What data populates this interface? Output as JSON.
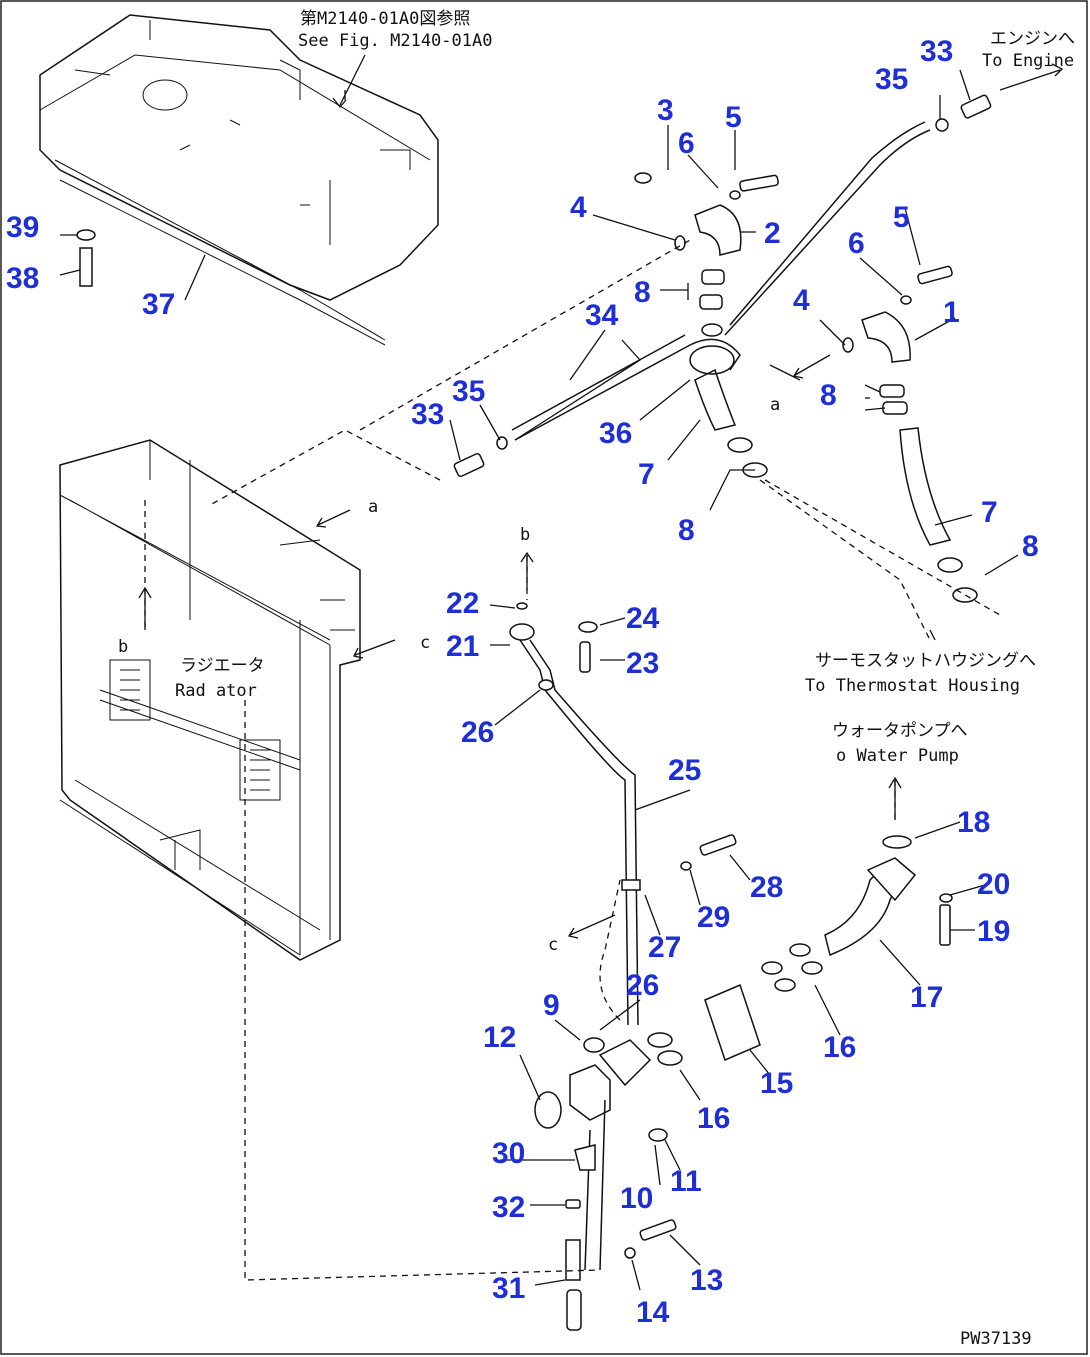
{
  "callouts": [
    {
      "id": "c1",
      "text": "1"
    },
    {
      "id": "c2",
      "text": "2"
    },
    {
      "id": "c3",
      "text": "3"
    },
    {
      "id": "c4a",
      "text": "4"
    },
    {
      "id": "c4b",
      "text": "4"
    },
    {
      "id": "c5a",
      "text": "5"
    },
    {
      "id": "c5b",
      "text": "5"
    },
    {
      "id": "c6a",
      "text": "6"
    },
    {
      "id": "c6b",
      "text": "6"
    },
    {
      "id": "c7a",
      "text": "7"
    },
    {
      "id": "c7b",
      "text": "7"
    },
    {
      "id": "c8a",
      "text": "8"
    },
    {
      "id": "c8b",
      "text": "8"
    },
    {
      "id": "c8c",
      "text": "8"
    },
    {
      "id": "c8d",
      "text": "8"
    },
    {
      "id": "c9",
      "text": "9"
    },
    {
      "id": "c10",
      "text": "10"
    },
    {
      "id": "c11",
      "text": "11"
    },
    {
      "id": "c12",
      "text": "12"
    },
    {
      "id": "c13",
      "text": "13"
    },
    {
      "id": "c14",
      "text": "14"
    },
    {
      "id": "c15",
      "text": "15"
    },
    {
      "id": "c16a",
      "text": "16"
    },
    {
      "id": "c16b",
      "text": "16"
    },
    {
      "id": "c17",
      "text": "17"
    },
    {
      "id": "c18",
      "text": "18"
    },
    {
      "id": "c19",
      "text": "19"
    },
    {
      "id": "c20",
      "text": "20"
    },
    {
      "id": "c21",
      "text": "21"
    },
    {
      "id": "c22",
      "text": "22"
    },
    {
      "id": "c23",
      "text": "23"
    },
    {
      "id": "c24",
      "text": "24"
    },
    {
      "id": "c25",
      "text": "25"
    },
    {
      "id": "c26a",
      "text": "26"
    },
    {
      "id": "c26b",
      "text": "26"
    },
    {
      "id": "c27",
      "text": "27"
    },
    {
      "id": "c28",
      "text": "28"
    },
    {
      "id": "c29",
      "text": "29"
    },
    {
      "id": "c30",
      "text": "30"
    },
    {
      "id": "c31",
      "text": "31"
    },
    {
      "id": "c32",
      "text": "32"
    },
    {
      "id": "c33a",
      "text": "33"
    },
    {
      "id": "c33b",
      "text": "33"
    },
    {
      "id": "c34",
      "text": "34"
    },
    {
      "id": "c35a",
      "text": "35"
    },
    {
      "id": "c35b",
      "text": "35"
    },
    {
      "id": "c36",
      "text": "36"
    },
    {
      "id": "c37",
      "text": "37"
    },
    {
      "id": "c38",
      "text": "38"
    },
    {
      "id": "c39",
      "text": "39"
    }
  ],
  "annotations": {
    "ref_jp": "第M2140-01A0図参照",
    "ref_en": "See Fig. M2140-01A0",
    "engine_jp": "エンジンへ",
    "engine_en": "To Engine",
    "thermo_jp": "サーモスタットハウジングへ",
    "thermo_en": "To Thermostat Housing",
    "pump_jp": "ウォータポンプへ",
    "pump_en": "o Water Pump",
    "radiator_jp": "ラジエータ",
    "radiator_en": "Rad ator",
    "letter_a1": "a",
    "letter_a2": "a",
    "letter_b1": "b",
    "letter_b2": "b",
    "letter_c1": "c",
    "letter_c2": "c",
    "figure_code": "PW37139"
  },
  "colors": {
    "callout": "#1f2fd6",
    "line": "#111111"
  }
}
